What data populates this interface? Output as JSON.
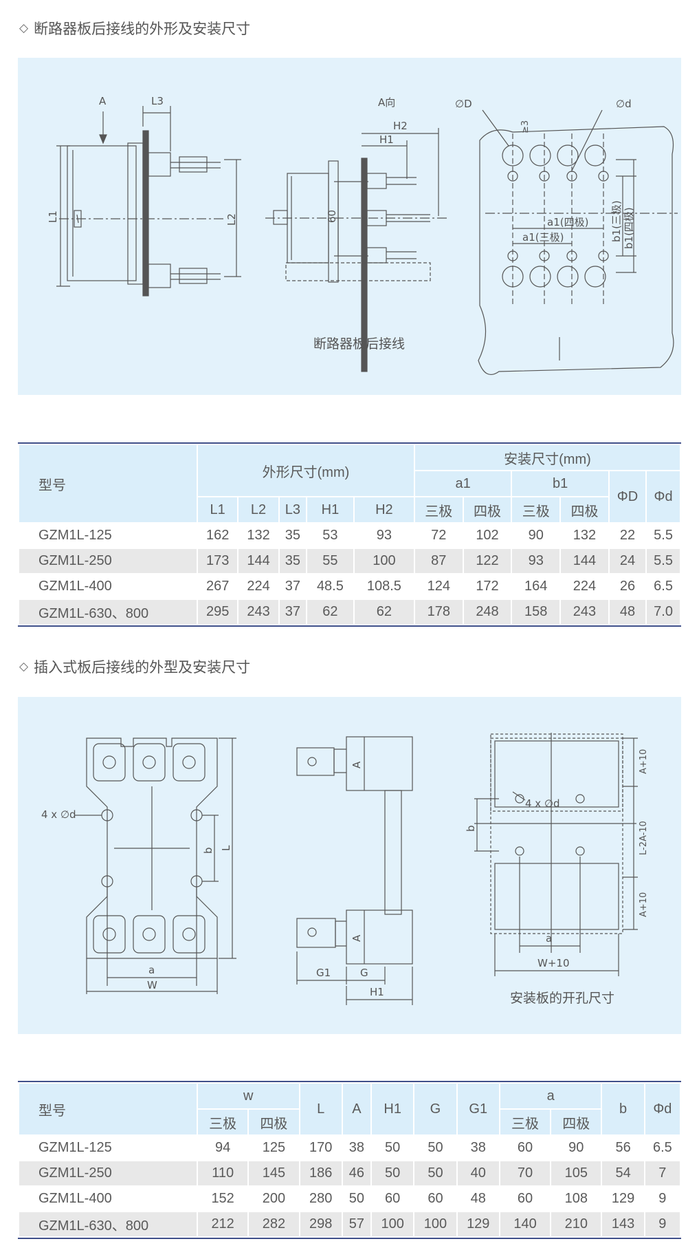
{
  "section1": {
    "title": "断路器板后接线的外形及安装尺寸",
    "diagram": {
      "labels": {
        "A": "A",
        "L3": "L3",
        "L1": "L1",
        "L2": "L2",
        "A_dir": "A向",
        "H1": "H1",
        "H2": "H2",
        "d60": "60",
        "phiD": "∅D",
        "phid": "∅d",
        "ge3": "≥3",
        "a1_4": "a1(四极)",
        "a1_3": "a1(三极)",
        "b1_3": "b1(三极)",
        "b1_4": "b1(四极)"
      },
      "caption": "断路器板后接线"
    }
  },
  "table1": {
    "model_header": "型号",
    "outer_header": "外形尺寸(mm)",
    "install_header": "安装尺寸(mm)",
    "a1": "a1",
    "b1": "b1",
    "phiD": "ΦD",
    "phid": "Φd",
    "outer_cols": [
      "L1",
      "L2",
      "L3",
      "H1",
      "H2"
    ],
    "pole_cols": [
      "三极",
      "四极",
      "三极",
      "四极"
    ],
    "rows": [
      [
        "GZM1L-125",
        "162",
        "132",
        "35",
        "53",
        "93",
        "72",
        "102",
        "90",
        "132",
        "22",
        "5.5"
      ],
      [
        "GZM1L-250",
        "173",
        "144",
        "35",
        "55",
        "100",
        "87",
        "122",
        "93",
        "144",
        "24",
        "5.5"
      ],
      [
        "GZM1L-400",
        "267",
        "224",
        "37",
        "48.5",
        "108.5",
        "124",
        "172",
        "164",
        "224",
        "26",
        "6.5"
      ],
      [
        "GZM1L-630、800",
        "295",
        "243",
        "37",
        "62",
        "62",
        "178",
        "248",
        "158",
        "243",
        "48",
        "7.0"
      ]
    ]
  },
  "section2": {
    "title": "插入式板后接线的外型及安装尺寸",
    "diagram": {
      "labels": {
        "holes": "4 x ∅d",
        "b": "b",
        "L": "L",
        "a": "a",
        "W": "W",
        "A": "A",
        "G1": "G1",
        "G": "G",
        "H1": "H1",
        "A10": "A+10",
        "L2A10": "L-2A-10",
        "W10": "W+10"
      },
      "caption": "安装板的开孔尺寸"
    }
  },
  "table2": {
    "model_header": "型号",
    "w_header": "w",
    "a_header": "a",
    "pole_cols": [
      "三极",
      "四极",
      "三极",
      "四极"
    ],
    "single_cols": [
      "L",
      "A",
      "H1",
      "G",
      "G1"
    ],
    "b_header": "b",
    "phid_header": "Φd",
    "rows": [
      [
        "GZM1L-125",
        "94",
        "125",
        "170",
        "38",
        "50",
        "50",
        "38",
        "60",
        "90",
        "56",
        "6.5"
      ],
      [
        "GZM1L-250",
        "110",
        "145",
        "186",
        "46",
        "50",
        "50",
        "40",
        "70",
        "105",
        "54",
        "7"
      ],
      [
        "GZM1L-400",
        "152",
        "200",
        "280",
        "50",
        "60",
        "60",
        "48",
        "60",
        "108",
        "129",
        "9"
      ],
      [
        "GZM1L-630、800",
        "212",
        "282",
        "298",
        "57",
        "100",
        "100",
        "129",
        "140",
        "210",
        "143",
        "9"
      ]
    ]
  }
}
